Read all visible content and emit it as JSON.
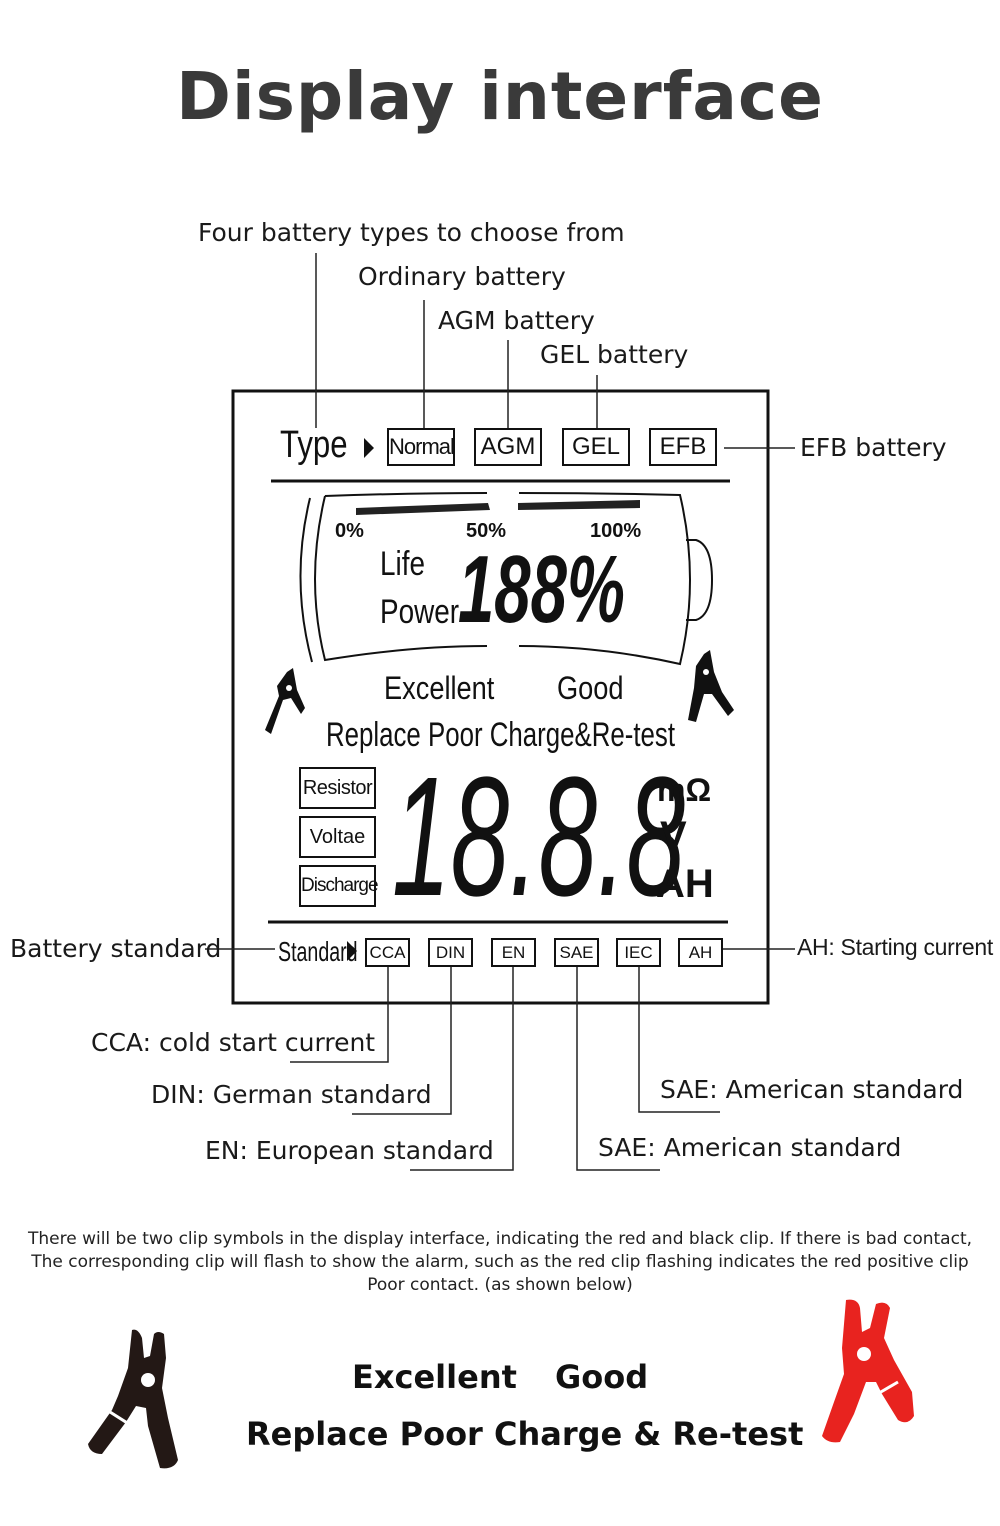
{
  "title": "Display interface",
  "callouts": {
    "four_types": "Four battery types to choose from",
    "ordinary": "Ordinary battery",
    "agm": "AGM battery",
    "gel": "GEL battery",
    "efb": "EFB battery",
    "battery_standard": "Battery standard",
    "ah_starting": "AH: Starting current",
    "cca": "CCA: cold start current",
    "din": "DIN: German standard",
    "en": "EN: European standard",
    "sae1": "SAE: American standard",
    "sae2": "SAE: American standard"
  },
  "lcd": {
    "type_label": "Type",
    "types": [
      "Normal",
      "AGM",
      "GEL",
      "EFB"
    ],
    "scale": [
      "0%",
      "50%",
      "100%"
    ],
    "life": "Life",
    "power": "Power",
    "percent_value": "188%",
    "excellent": "Excellent",
    "good": "Good",
    "status_line": "Replace Poor Charge&Re-test",
    "modes": [
      "Resistor",
      "Voltae",
      "Discharge"
    ],
    "main_value": "18.8.8",
    "units": [
      "mΩ",
      "V",
      "AH"
    ],
    "standard_label": "Standard",
    "standards": [
      "CCA",
      "DIN",
      "EN",
      "SAE",
      "IEC",
      "AH"
    ]
  },
  "note_lines": [
    "There will be two clip symbols in the display interface, indicating the red and black clip. If there is bad contact,",
    "The corresponding clip will flash to show the alarm, such as the red clip flashing indicates the red positive clip",
    "Poor contact. (as shown below)"
  ],
  "bottom": {
    "excellent": "Excellent",
    "good": "Good",
    "status_line": "Replace Poor Charge & Re-test"
  },
  "colors": {
    "black_clip": "#231815",
    "red_clip": "#e8231f",
    "title": "#3a3a3a"
  }
}
